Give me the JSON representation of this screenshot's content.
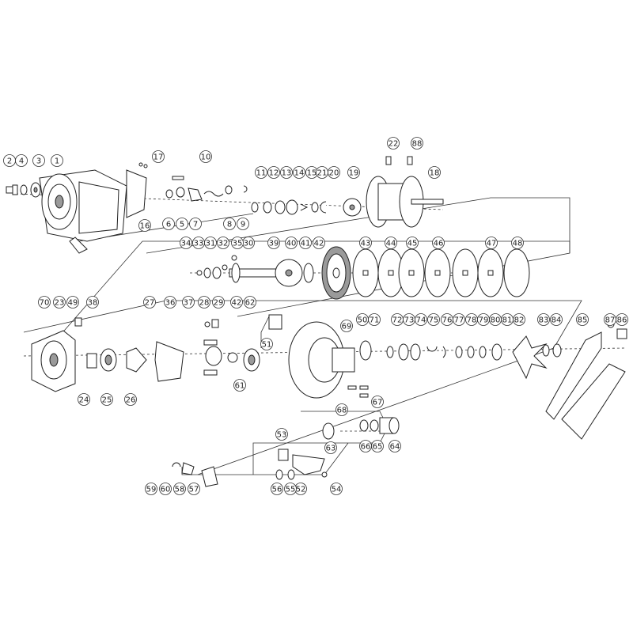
{
  "diagram": {
    "callouts": [
      "1",
      "2",
      "3",
      "4",
      "5",
      "6",
      "7",
      "8",
      "9",
      "10",
      "11",
      "12",
      "13",
      "14",
      "15",
      "16",
      "17",
      "18",
      "19",
      "20",
      "21",
      "22",
      "23",
      "24",
      "25",
      "26",
      "27",
      "28",
      "29",
      "30",
      "31",
      "32",
      "33",
      "34",
      "35",
      "36",
      "37",
      "38",
      "39",
      "40",
      "41",
      "42",
      "43",
      "44",
      "45",
      "46",
      "47",
      "48",
      "49",
      "50",
      "51",
      "52",
      "53",
      "54",
      "55",
      "56",
      "57",
      "58",
      "59",
      "60",
      "61",
      "62",
      "63",
      "64",
      "65",
      "66",
      "67",
      "68",
      "69",
      "70",
      "71",
      "72",
      "73",
      "74",
      "75",
      "76",
      "77",
      "78",
      "79",
      "80",
      "81",
      "82",
      "83",
      "84",
      "85",
      "86",
      "87",
      "88"
    ]
  }
}
